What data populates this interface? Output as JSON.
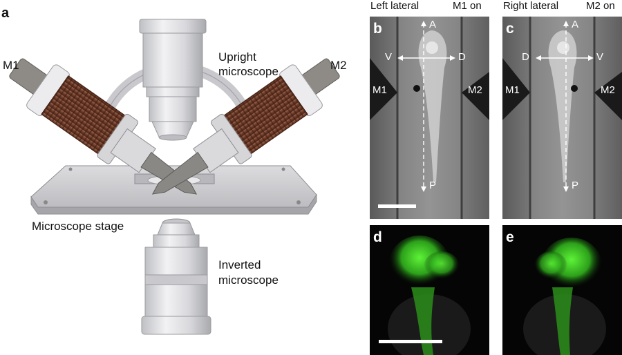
{
  "panel_a": {
    "letter": "a",
    "m1_label": "M1",
    "m2_label": "M2",
    "upright_label_line1": "Upright",
    "upright_label_line2": "microscope",
    "stage_label": "Microscope stage",
    "inverted_label_line1": "Inverted",
    "inverted_label_line2": "microscope"
  },
  "panel_b": {
    "letter": "b",
    "header_left": "Left lateral",
    "header_right": "M1 on",
    "axis_a": "A",
    "axis_p": "P",
    "axis_left": "V",
    "axis_right": "D",
    "magnet_left": "M1",
    "magnet_right": "M2"
  },
  "panel_c": {
    "letter": "c",
    "header_left": "Right lateral",
    "header_right": "M2 on",
    "axis_a": "A",
    "axis_p": "P",
    "axis_left": "D",
    "axis_right": "V",
    "magnet_left": "M1",
    "magnet_right": "M2"
  },
  "panel_d": {
    "letter": "d"
  },
  "panel_e": {
    "letter": "e"
  },
  "colors": {
    "coil": "#7a4a35",
    "metal": "#d9d9db",
    "stage": "#cfcfd2",
    "fluorescence": "#3fcf2a"
  }
}
